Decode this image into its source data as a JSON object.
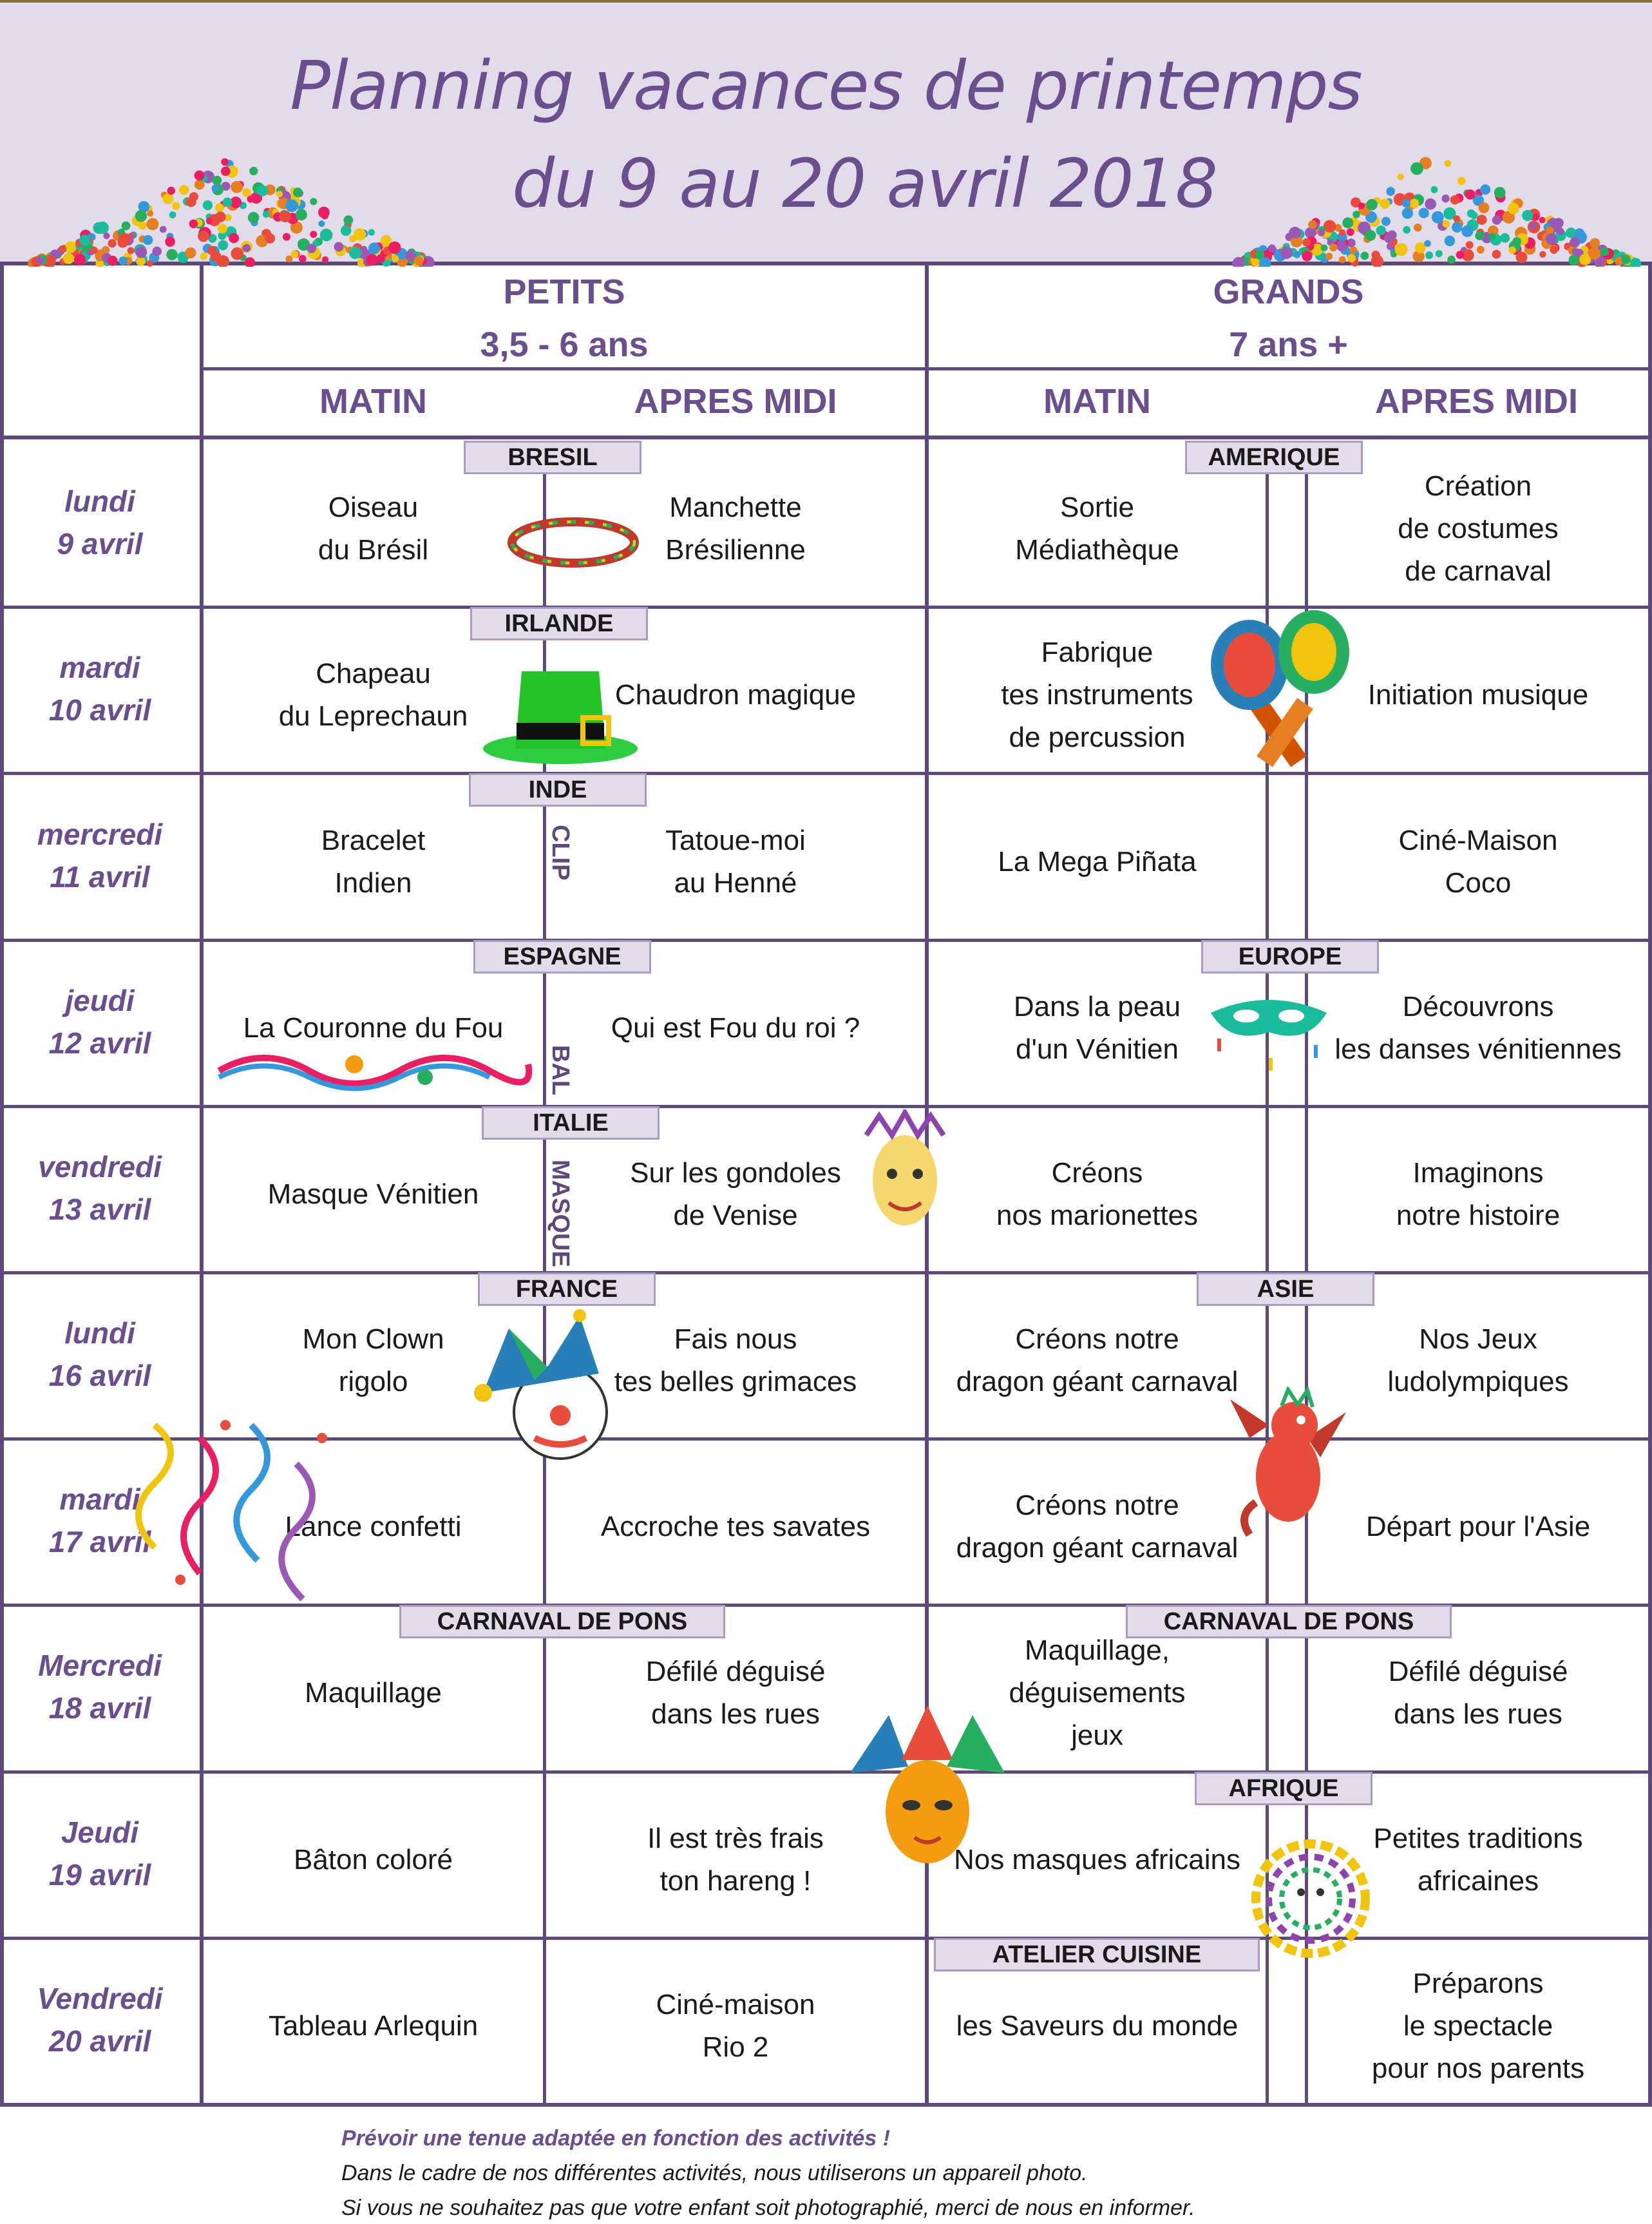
{
  "title": {
    "line1": "Planning vacances de printemps",
    "line2": "du 9 au 20 avril 2018"
  },
  "groups": {
    "petits": {
      "name": "PETITS",
      "age": "3,5 - 6 ans"
    },
    "grands": {
      "name": "GRANDS",
      "age": "7 ans +"
    }
  },
  "periods": {
    "matin": "MATIN",
    "apres_midi": "APRES MIDI"
  },
  "rows": [
    {
      "day": "lundi",
      "date": "9 avril",
      "petits_theme": "BRESIL",
      "petits_matin": [
        "Oiseau",
        "du Brésil"
      ],
      "petits_am": [
        "Manchette",
        "Brésilienne"
      ],
      "grands_theme": "AMERIQUE",
      "grands_matin": [
        "Sortie",
        "Médiathèque"
      ],
      "grands_am": [
        "Création",
        "de costumes",
        "de carnaval"
      ]
    },
    {
      "day": "mardi",
      "date": "10 avril",
      "petits_theme": "IRLANDE",
      "petits_matin": [
        "Chapeau",
        "du Leprechaun"
      ],
      "petits_am": [
        "Chaudron magique"
      ],
      "grands_theme": "",
      "grands_matin": [
        "Fabrique",
        "tes instruments",
        "de percussion"
      ],
      "grands_am": [
        "Initiation musique"
      ]
    },
    {
      "day": "mercredi",
      "date": "11 avril",
      "petits_theme": "INDE",
      "petits_matin": [
        "Bracelet",
        "Indien"
      ],
      "petits_am": [
        "Tatoue-moi",
        "au Henné"
      ],
      "grands_theme": "",
      "grands_matin": [
        "La Mega Piñata"
      ],
      "grands_am": [
        "Ciné-Maison",
        "Coco"
      ]
    },
    {
      "day": "jeudi",
      "date": "12 avril",
      "petits_theme": "ESPAGNE",
      "petits_matin": [
        "La Couronne du Fou"
      ],
      "petits_am": [
        "Qui est Fou du roi ?"
      ],
      "grands_theme": "EUROPE",
      "grands_matin": [
        "Dans la peau",
        "d'un Vénitien"
      ],
      "grands_am": [
        "Découvrons",
        "les danses vénitiennes"
      ]
    },
    {
      "day": "vendredi",
      "date": "13 avril",
      "petits_theme": "ITALIE",
      "petits_matin": [
        "Masque Vénitien"
      ],
      "petits_am": [
        "Sur les gondoles",
        "de Venise"
      ],
      "grands_theme": "",
      "grands_matin": [
        "Créons",
        "nos marionettes"
      ],
      "grands_am": [
        "Imaginons",
        "notre histoire"
      ]
    },
    {
      "day": "lundi",
      "date": "16 avril",
      "petits_theme": "FRANCE",
      "petits_matin": [
        "Mon Clown",
        "rigolo"
      ],
      "petits_am": [
        "Fais nous",
        "tes belles grimaces"
      ],
      "grands_theme": "ASIE",
      "grands_matin": [
        "Créons notre",
        "dragon géant carnaval"
      ],
      "grands_am": [
        "Nos Jeux",
        "ludolympiques"
      ]
    },
    {
      "day": "mardi",
      "date": "17 avril",
      "petits_theme": "",
      "petits_matin": [
        "Lance confetti"
      ],
      "petits_am": [
        "Accroche tes savates"
      ],
      "grands_theme": "",
      "grands_matin": [
        "Créons notre",
        "dragon géant carnaval"
      ],
      "grands_am": [
        "Départ pour l'Asie"
      ]
    },
    {
      "day": "Mercredi",
      "date": "18 avril",
      "petits_theme": "CARNAVAL DE PONS",
      "petits_matin": [
        "Maquillage"
      ],
      "petits_am": [
        "Défilé déguisé",
        "dans les rues"
      ],
      "grands_theme": "CARNAVAL DE PONS",
      "grands_matin": [
        "Maquillage,",
        "déguisements",
        "jeux"
      ],
      "grands_am": [
        "Défilé déguisé",
        "dans les rues"
      ]
    },
    {
      "day": "Jeudi",
      "date": "19 avril",
      "petits_theme": "",
      "petits_matin": [
        "Bâton coloré"
      ],
      "petits_am": [
        "Il est très frais",
        "ton hareng !"
      ],
      "grands_theme": "AFRIQUE",
      "grands_matin": [
        "Nos masques africains"
      ],
      "grands_am": [
        "Petites traditions",
        "africaines"
      ]
    },
    {
      "day": "Vendredi",
      "date": "20 avril",
      "petits_theme": "",
      "petits_matin": [
        "Tableau Arlequin"
      ],
      "petits_am": [
        "Ciné-maison",
        "Rio 2"
      ],
      "grands_theme": "ATELIER CUISINE",
      "grands_matin": [
        "les Saveurs du monde"
      ],
      "grands_am": [
        "Préparons",
        "le spectacle",
        "pour nos parents"
      ]
    }
  ],
  "vertical_labels": {
    "clip": "CLIP",
    "bal": "BAL",
    "masque": "MASQUE"
  },
  "footer": {
    "line1": "Prévoir une tenue adaptée en fonction des activités !",
    "line2": "Dans le cadre de nos différentes activités, nous utiliserons un appareil photo.",
    "line3": "Si vous ne souhaitez pas que votre enfant soit photographié, merci de nous en informer."
  },
  "colors": {
    "purple": "#6b4e8e",
    "lavender": "#e2dcea",
    "line": "#5e4a7a"
  }
}
